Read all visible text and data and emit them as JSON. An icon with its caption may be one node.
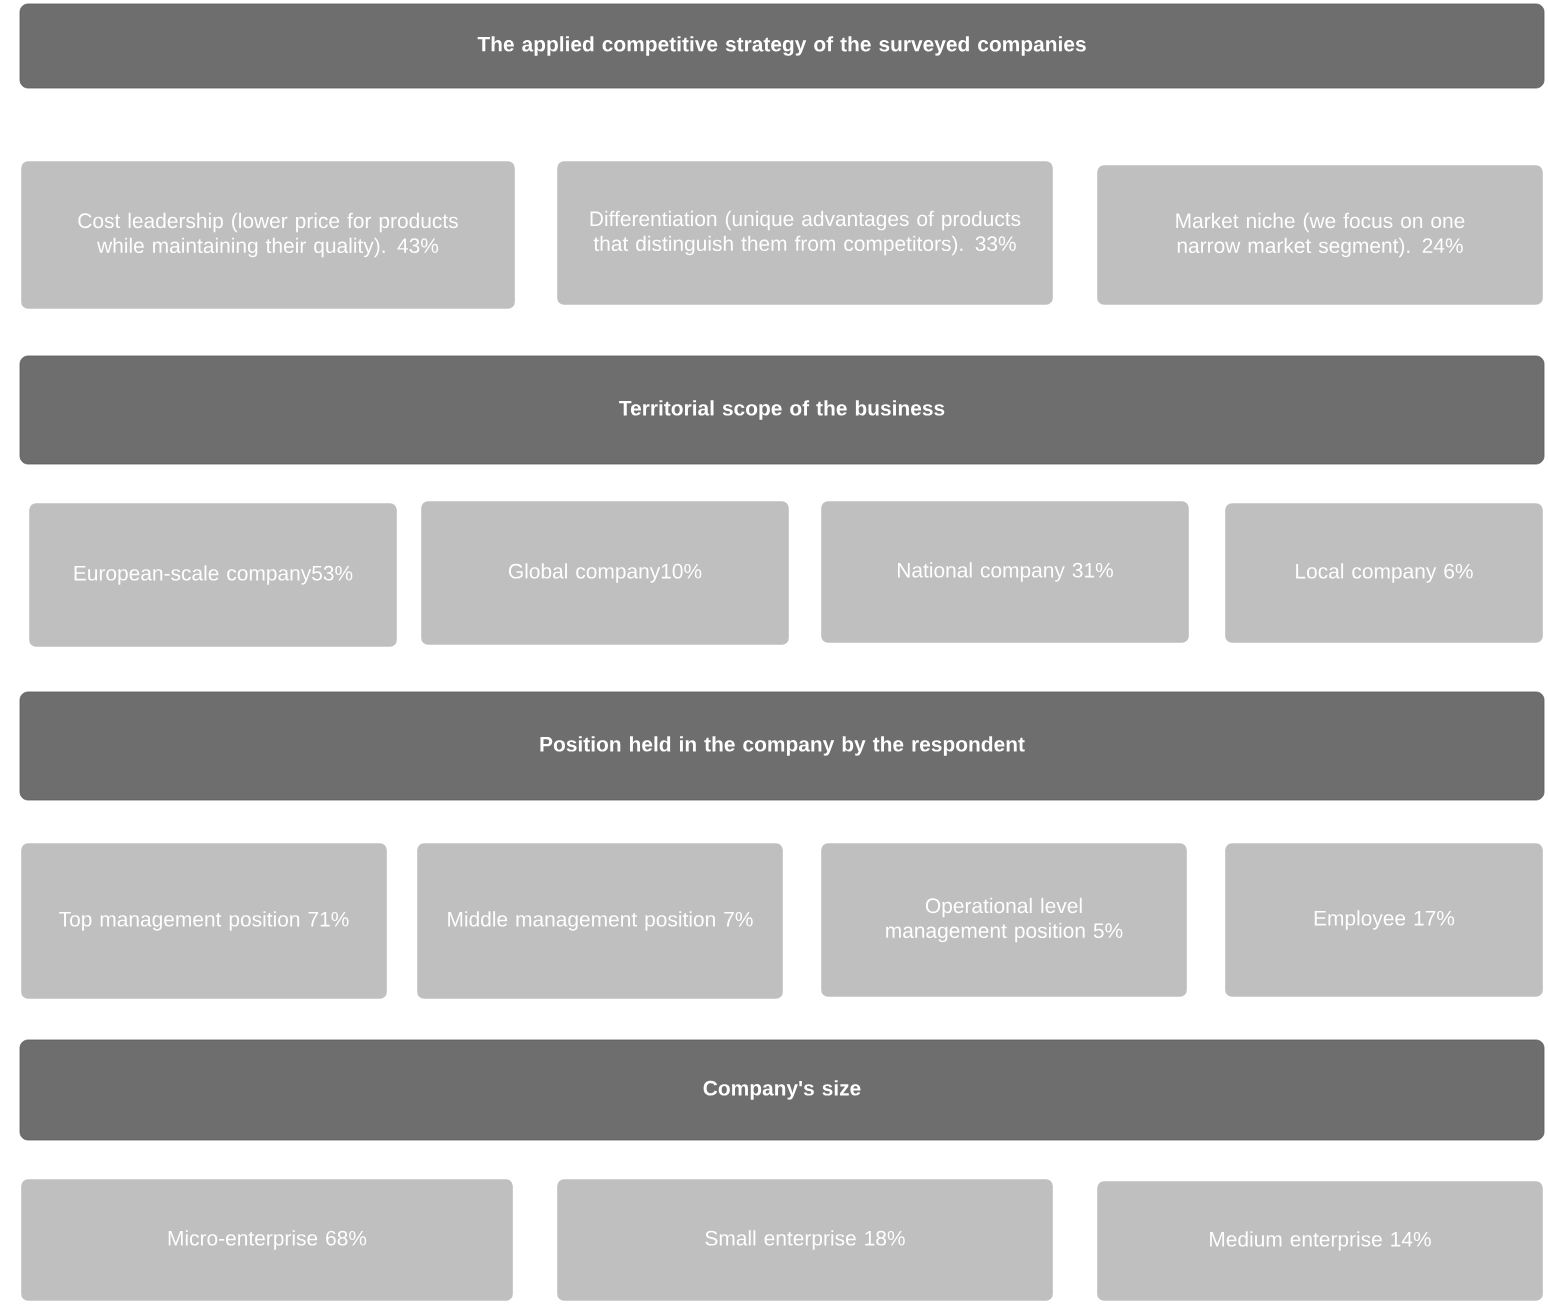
{
  "diagram": {
    "nodes": [
      {
        "text": [
          "The applied competitive strategy of the surveyed companies"
        ]
      },
      {
        "text": [
          "Cost leadership (lower price for products while maintaining their quality). 43%"
        ]
      },
      {
        "text": [
          "Differentiation (unique advantages of products that distinguish them from competitors). 33%"
        ]
      },
      {
        "text": [
          "Market niche (we focus on one narrow market segment). 24%"
        ]
      },
      {
        "text": [
          "Territorial scope of the business"
        ]
      },
      {
        "text": [
          "European-scale company53%"
        ]
      },
      {
        "text": [
          "Global company10%"
        ]
      },
      {
        "text": [
          "National company 31%"
        ]
      },
      {
        "text": [
          "Local company 6%"
        ]
      },
      {
        "text": [
          "Position held in the company by the respondent"
        ]
      },
      {
        "text": [
          "Top management position 71%"
        ]
      },
      {
        "text": [
          "Middle management position 7%"
        ]
      },
      {
        "text": [
          "Operational level management position 5%"
        ]
      },
      {
        "text": [
          "Employee 17%"
        ]
      },
      {
        "text": [
          "Company's size"
        ]
      },
      {
        "text": [
          "Micro-enterprise 68%"
        ]
      },
      {
        "text": [
          "Small enterprise 18%"
        ]
      },
      {
        "text": [
          "Medium enterprise 14%"
        ]
      }
    ]
  }
}
